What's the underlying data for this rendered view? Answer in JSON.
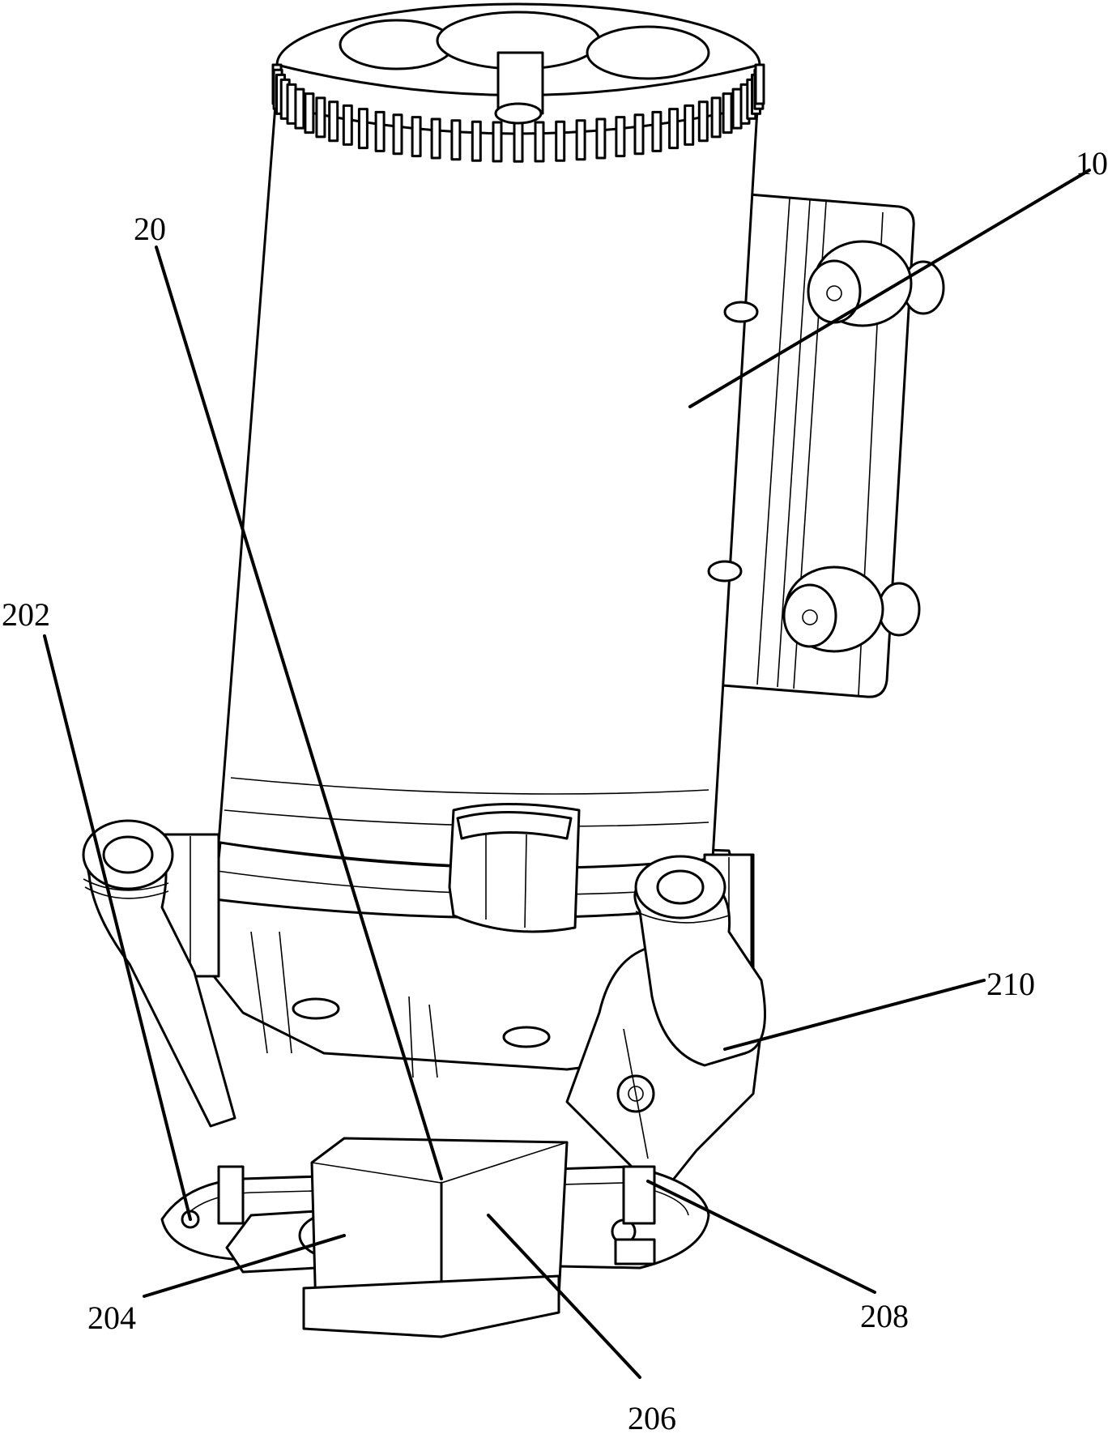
{
  "figure": {
    "labels": {
      "label_10": "10",
      "label_20": "20",
      "label_202": "202",
      "label_204": "204",
      "label_206": "206",
      "label_208": "208",
      "label_210": "210"
    }
  }
}
